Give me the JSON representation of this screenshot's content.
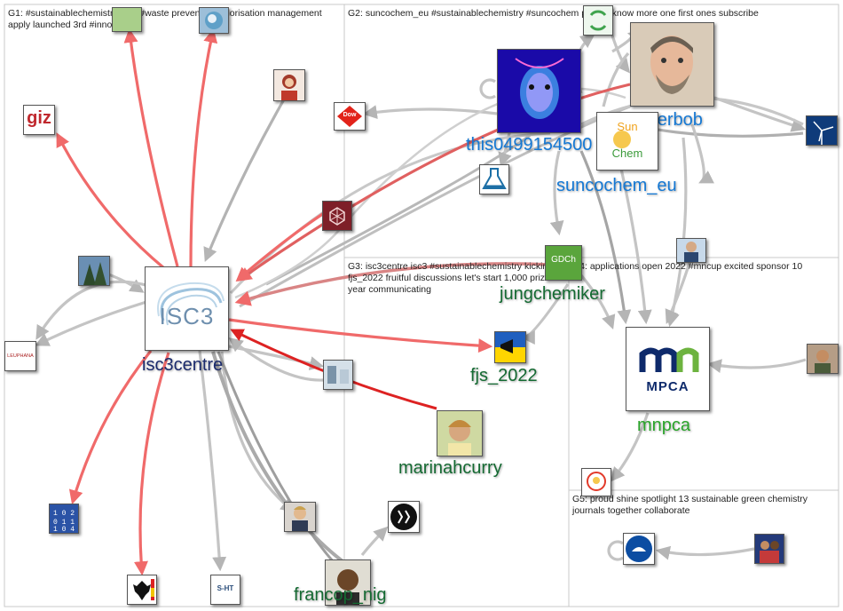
{
  "groups": [
    {
      "id": "G1",
      "title": "G1: #sustainablechemistry isc3 #waste prevention valorisation management apply launched 3rd #innovation"
    },
    {
      "id": "G2",
      "title": "G2: suncochem_eu #sustainablechemistry #suncochem project know more one first ones subscribe"
    },
    {
      "id": "G3",
      "title": "G3: isc3centre isc3 #sustainablechemistry kicking fjs_2022 fruitful discussions let's start 1,000 prize year communicating"
    },
    {
      "id": "G4",
      "title": "G4: applications open 2022 #mncup excited sponsor 10"
    },
    {
      "id": "G5",
      "title": "G5: proud shine spotlight 13 sustainable green chemistry journals together collaborate"
    }
  ],
  "labels": {
    "isc3centre": "isc3centre",
    "diderbob": "diderbob",
    "this0499154500": "this0499154500",
    "suncochem_eu": "suncochem_eu",
    "jungchemiker": "jungchemiker",
    "fjs_2022": "fjs_2022",
    "marinahcurry": "marinahcurry",
    "francop_nig": "francop_nig",
    "mnpca": "mnpca"
  },
  "logos": {
    "isc3": "ISC3",
    "giz": "giz",
    "dow": "Dow",
    "mpca": "MPCA",
    "leuphana": "LEUPHANA",
    "sht": "S-HT",
    "suncochem_a": "Sun",
    "suncochem_b": "Chem",
    "gdch": "GDCh"
  },
  "colors": {
    "red_edge": "#f06a6a",
    "gray_edge": "#bdbdbd",
    "dark_red_edge": "#dd2222",
    "label_navy": "#1a2a6c",
    "label_blue": "#1478d4",
    "label_green": "#146a32",
    "label_lime": "#2aa52a"
  }
}
